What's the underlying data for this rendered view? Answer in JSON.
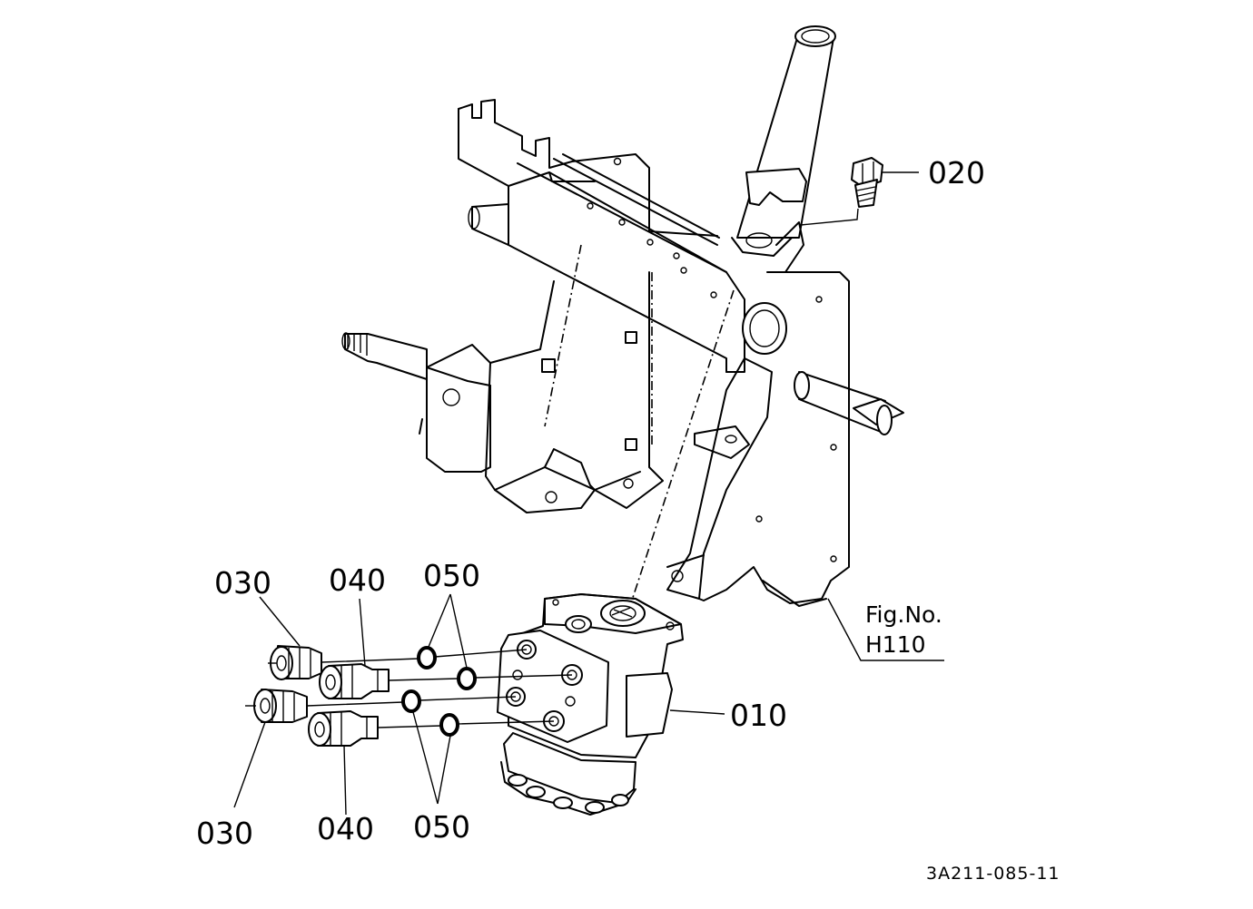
{
  "callouts": {
    "p010": "010",
    "p020": "020",
    "p030_top": "030",
    "p030_bottom": "030",
    "p040_top": "040",
    "p040_bottom": "040",
    "p050_top": "050",
    "p050_bottom": "050"
  },
  "figure_ref": {
    "label": "Fig.No.",
    "number": "H110"
  },
  "drawing_code": "3A211-085-11"
}
